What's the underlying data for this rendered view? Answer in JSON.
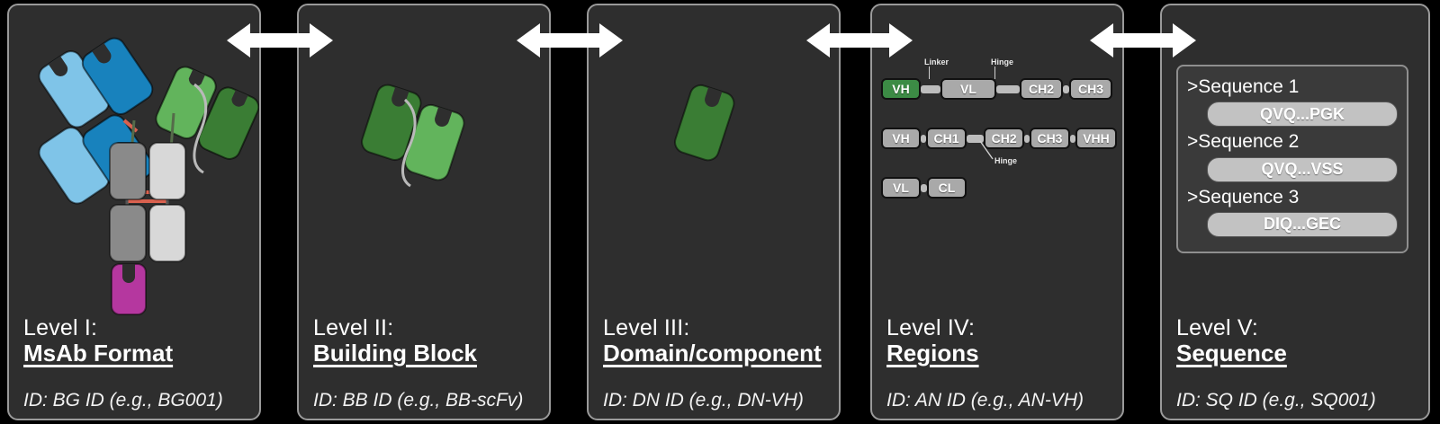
{
  "background_color": "#000000",
  "panel_bg": "#2e2e2e",
  "panel_border": "#9a9a9a",
  "arrow_color": "#ffffff",
  "palette": {
    "light_blue": "#7fc4e8",
    "dark_blue": "#1882bd",
    "light_green": "#62b45c",
    "dark_green": "#3a7d34",
    "mid_gray": "#8a8a8a",
    "light_gray": "#d8d8d8",
    "magenta": "#b5379f",
    "disulfide_red": "#d9614f",
    "region_green": "#3c8b45",
    "region_gray": "#a9a9a9"
  },
  "panels": [
    {
      "id": "level-1",
      "level": "Level I:",
      "name": "MsAb Format",
      "id_line": "ID: BG ID (e.g., BG001)",
      "figure": "full-antibody-schematic"
    },
    {
      "id": "level-2",
      "level": "Level II:",
      "name": "Building Block",
      "id_line": "ID: BB ID (e.g., BB-scFv)",
      "figure": "scfv-building-block"
    },
    {
      "id": "level-3",
      "level": "Level III:",
      "name": "Domain/component",
      "id_line": "ID: DN ID (e.g., DN-VH)",
      "figure": "single-domain"
    },
    {
      "id": "level-4",
      "level": "Level IV:",
      "name": "Regions",
      "id_line": "ID: AN ID (e.g., AN-VH)",
      "figure": "region-chain-diagram"
    },
    {
      "id": "level-5",
      "level": "Level V:",
      "name": "Sequence",
      "id_line": "ID: SQ ID (e.g., SQ001)",
      "figure": "sequence-list"
    }
  ],
  "arrows": [
    {
      "name": "arrow-level1-level2",
      "type": "double-headed"
    },
    {
      "name": "arrow-level2-level3",
      "type": "double-headed"
    },
    {
      "name": "arrow-level3-level4",
      "type": "double-headed"
    },
    {
      "name": "arrow-level4-level5",
      "type": "double-headed"
    }
  ],
  "regions_diagram": {
    "rows": [
      {
        "name": "row-scfv-fc",
        "items": [
          "VH",
          "VL",
          "CH2",
          "CH3"
        ],
        "highlighted": "VH",
        "connector_labels": [
          "Linker",
          "Hinge"
        ]
      },
      {
        "name": "row-igg-vhh",
        "items": [
          "VH",
          "CH1",
          "CH2",
          "CH3",
          "VHH"
        ],
        "connector_labels": [
          "Hinge"
        ]
      },
      {
        "name": "row-light-chain",
        "items": [
          "VL",
          "CL"
        ],
        "connector_labels": []
      }
    ]
  },
  "sequences": [
    {
      "header": ">Sequence 1",
      "value": "QVQ...PGK"
    },
    {
      "header": ">Sequence 2",
      "value": "QVQ...VSS"
    },
    {
      "header": ">Sequence 3",
      "value": "DIQ...GEC"
    }
  ]
}
